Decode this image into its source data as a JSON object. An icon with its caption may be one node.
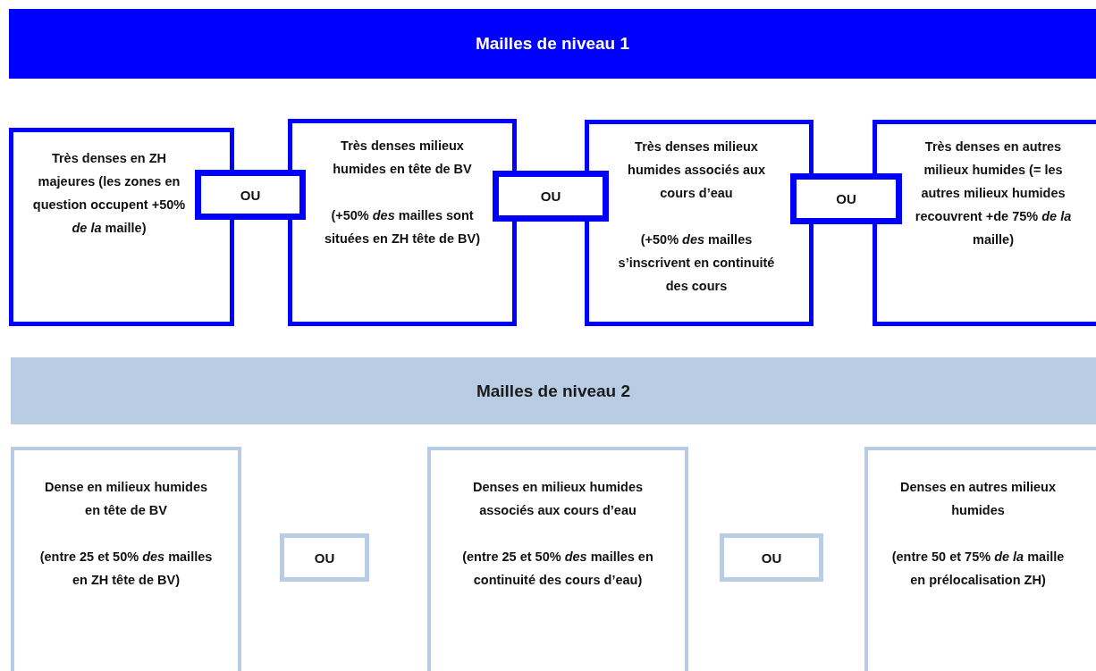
{
  "diagram": {
    "nodes": [
      {
        "text": [
          "Mailles de niveau 1"
        ]
      },
      {
        "text": [
          "Très denses en ZH majeures (les zones en question occupent +50% *de la* maille)"
        ]
      },
      {
        "text": [
          "OU"
        ]
      },
      {
        "text": [
          "Très denses milieux humides en tête de BV",
          "(+50% *des* mailles sont situées en ZH tête de BV)"
        ]
      },
      {
        "text": [
          "OU"
        ]
      },
      {
        "text": [
          "Très denses milieux humides associés aux cours d’eau",
          "(+50% *des* mailles s’inscrivent en continuité des cours"
        ]
      },
      {
        "text": [
          "OU"
        ]
      },
      {
        "text": [
          "Très denses en autres milieux humides (= les autres milieux humides recouvrent +de 75% *de la* maille)"
        ]
      },
      {
        "text": [
          "Mailles de niveau 2"
        ]
      },
      {
        "text": [
          "Dense en milieux humides en tête de BV",
          "(entre 25 et 50% *des* mailles en ZH tête de BV)"
        ]
      },
      {
        "text": [
          "OU"
        ]
      },
      {
        "text": [
          "Denses en milieux humides associés aux cours d’eau",
          "(entre 25 et 50% *des* mailles en continuité des cours d’eau)"
        ]
      },
      {
        "text": [
          "OU"
        ]
      },
      {
        "text": [
          "Denses en autres milieux humides",
          "(entre 50 et 75% *de la* maille en prélocalisation ZH)"
        ]
      }
    ]
  }
}
